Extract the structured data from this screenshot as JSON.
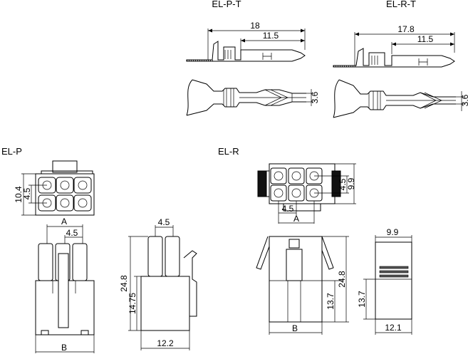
{
  "labels": {
    "el_p_t": "EL-P-T",
    "el_r_t": "EL-R-T",
    "el_p": "EL-P",
    "el_r": "EL-R"
  },
  "dims": {
    "pt_total": "18",
    "pt_partial": "11.5",
    "pt_dia": "3.6",
    "rt_total": "17.8",
    "rt_partial": "11.5",
    "rt_dia": "3.6",
    "p_height": "10.4",
    "p_pitch_v": "4.5",
    "p_a": "A",
    "p_pitch_h": "4.5",
    "p_b": "B",
    "ps_pitch": "4.5",
    "ps_height": "24.8",
    "ps_lower": "14.75",
    "ps_width": "12.2",
    "r_pitch_v": "4.5",
    "r_height": "9.9",
    "r_pitch_h": "4.5",
    "r_a": "A",
    "r_lower": "13.7",
    "r_height_total": "24.8",
    "r_b": "B",
    "rs_top": "9.9",
    "rs_lower": "13.7",
    "rs_width": "12.1"
  }
}
